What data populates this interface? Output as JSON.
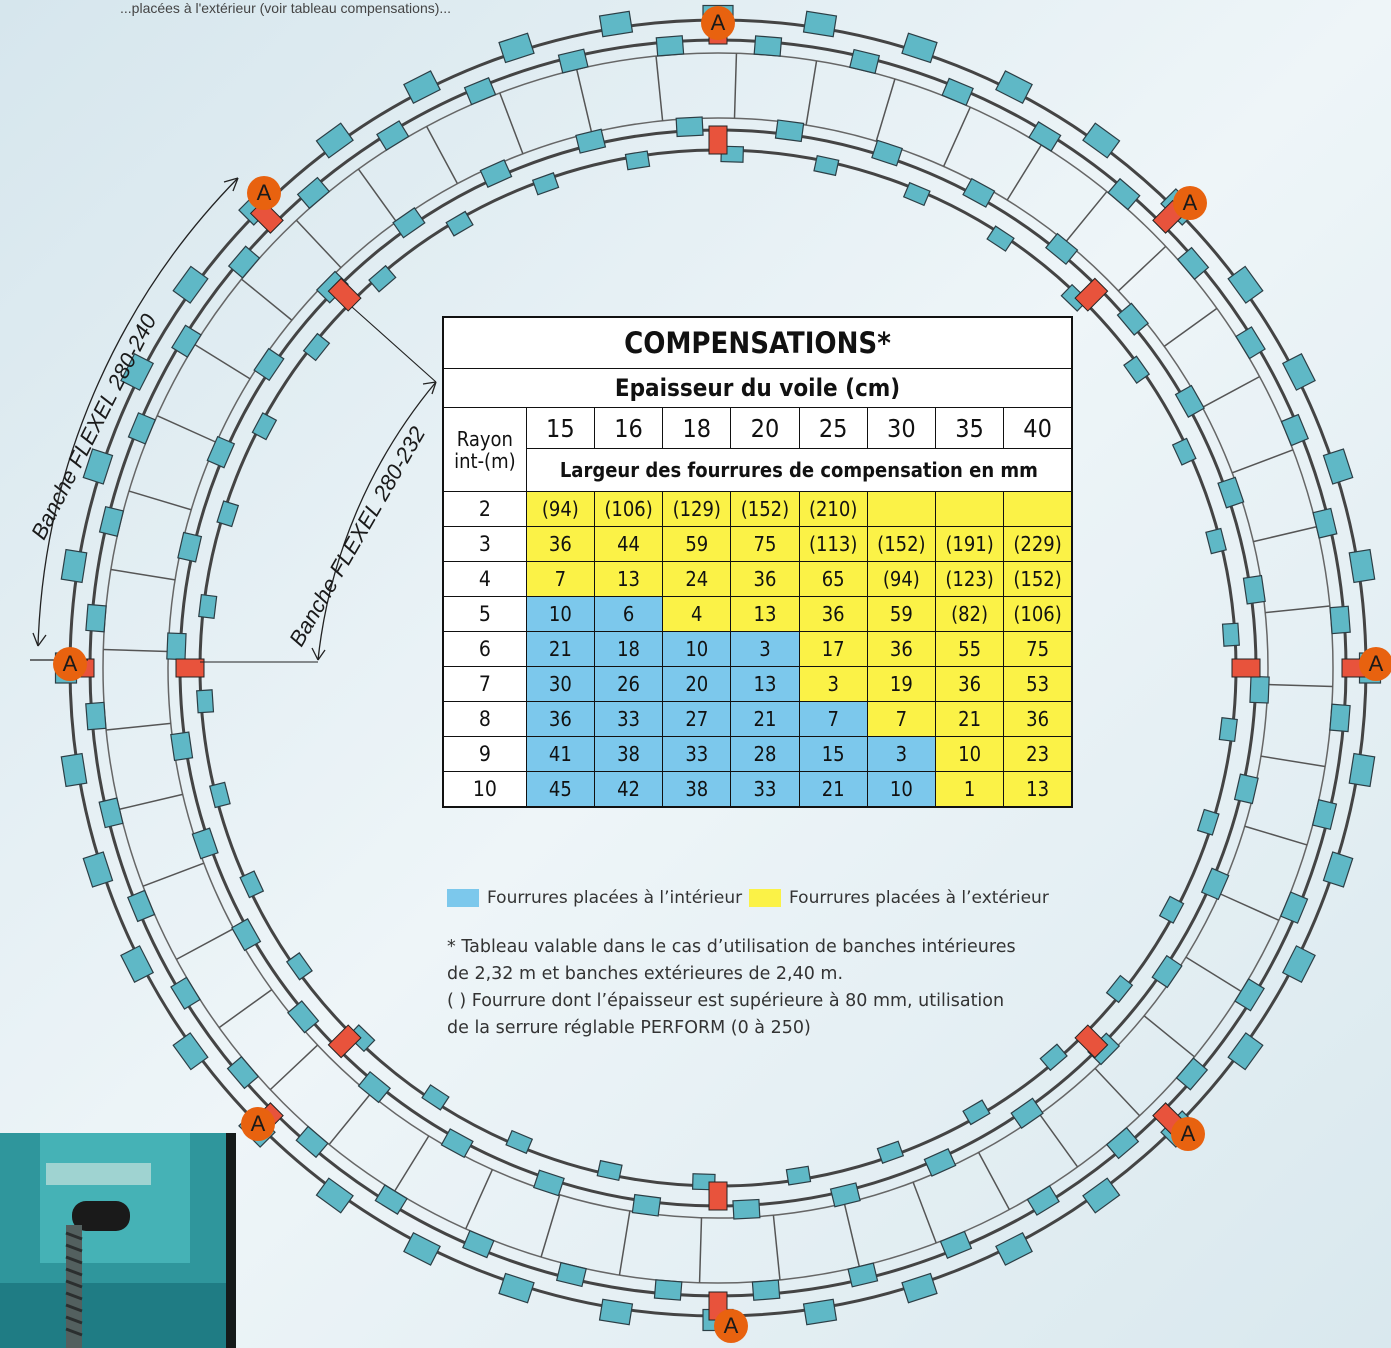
{
  "top_fragment": "...placées à l'extérieur (voir tableau compensations)...",
  "diagram": {
    "markers": [
      "A",
      "A",
      "A",
      "A",
      "A",
      "A",
      "A",
      "A"
    ],
    "outer_panel_label": "Banche FLEXEL 280-240",
    "inner_panel_label": "Banche FLEXEL 280-232"
  },
  "table": {
    "title": "COMPENSATIONS*",
    "subtitle": "Epaisseur du voile (cm)",
    "row_header": "Rayon int-(m)",
    "row_header_line1": "Rayon",
    "row_header_line2": "int-(m)",
    "thicknesses": [
      "15",
      "16",
      "18",
      "20",
      "25",
      "30",
      "35",
      "40"
    ],
    "units_caption": "Largeur des fourrures de compensation en mm",
    "rows": [
      {
        "rayon": "2",
        "values": [
          "(94)",
          "(106)",
          "(129)",
          "(152)",
          "(210)",
          "",
          "",
          ""
        ],
        "placement": [
          "out",
          "out",
          "out",
          "out",
          "out",
          "out",
          "out",
          "out"
        ]
      },
      {
        "rayon": "3",
        "values": [
          "36",
          "44",
          "59",
          "75",
          "(113)",
          "(152)",
          "(191)",
          "(229)"
        ],
        "placement": [
          "out",
          "out",
          "out",
          "out",
          "out",
          "out",
          "out",
          "out"
        ]
      },
      {
        "rayon": "4",
        "values": [
          "7",
          "13",
          "24",
          "36",
          "65",
          "(94)",
          "(123)",
          "(152)"
        ],
        "placement": [
          "out",
          "out",
          "out",
          "out",
          "out",
          "out",
          "out",
          "out"
        ]
      },
      {
        "rayon": "5",
        "values": [
          "10",
          "6",
          "4",
          "13",
          "36",
          "59",
          "(82)",
          "(106)"
        ],
        "placement": [
          "in",
          "in",
          "out",
          "out",
          "out",
          "out",
          "out",
          "out"
        ]
      },
      {
        "rayon": "6",
        "values": [
          "21",
          "18",
          "10",
          "3",
          "17",
          "36",
          "55",
          "75"
        ],
        "placement": [
          "in",
          "in",
          "in",
          "in",
          "out",
          "out",
          "out",
          "out"
        ]
      },
      {
        "rayon": "7",
        "values": [
          "30",
          "26",
          "20",
          "13",
          "3",
          "19",
          "36",
          "53"
        ],
        "placement": [
          "in",
          "in",
          "in",
          "in",
          "out",
          "out",
          "out",
          "out"
        ]
      },
      {
        "rayon": "8",
        "values": [
          "36",
          "33",
          "27",
          "21",
          "7",
          "7",
          "21",
          "36"
        ],
        "placement": [
          "in",
          "in",
          "in",
          "in",
          "in",
          "out",
          "out",
          "out"
        ]
      },
      {
        "rayon": "9",
        "values": [
          "41",
          "38",
          "33",
          "28",
          "15",
          "3",
          "10",
          "23"
        ],
        "placement": [
          "in",
          "in",
          "in",
          "in",
          "in",
          "in",
          "out",
          "out"
        ]
      },
      {
        "rayon": "10",
        "values": [
          "45",
          "42",
          "38",
          "33",
          "21",
          "10",
          "1",
          "13"
        ],
        "placement": [
          "in",
          "in",
          "in",
          "in",
          "in",
          "in",
          "out",
          "out"
        ]
      }
    ]
  },
  "legend": {
    "inside": "Fourrures placées à l’intérieur",
    "outside": "Fourrures placées à l’extérieur"
  },
  "colors": {
    "inside": "#7cc8ec",
    "outside": "#fbf247",
    "marker": "#e8620f",
    "panel": "#5fb8c6",
    "lock": "#e8533c"
  },
  "footnotes": {
    "line1": "* Tableau valable dans le cas d’utilisation de banches intérieures",
    "line2": "de 2,32 m et banches extérieures de 2,40 m.",
    "line3": "( ) Fourrure dont l’épaisseur est supérieure à 80 mm, utilisation",
    "line4": "de la serrure réglable PERFORM (0 à 250)"
  }
}
